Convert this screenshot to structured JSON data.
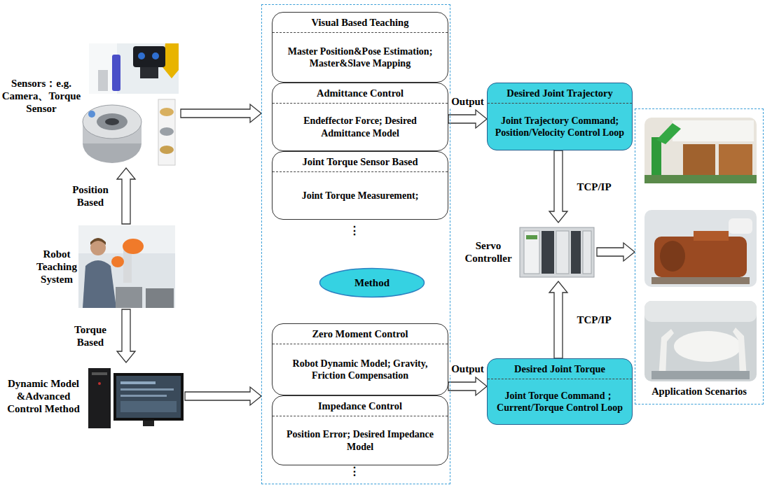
{
  "diagram": {
    "nodes": [
      {
        "text": [
          "Sensors：e.g. Camera、Torque Sensor"
        ]
      },
      {
        "text": [
          "Robot Teaching System"
        ]
      },
      {
        "text": [
          "Dynamic Model &Advanced Control Method"
        ]
      },
      {
        "text": []
      },
      {
        "text": [
          "Visual Based Teaching",
          "Master Position&Pose Estimation; Master&Slave Mapping"
        ],
        "in": 3
      },
      {
        "text": [
          "Admittance Control",
          "Endeffector Force; Desired Admittance Model"
        ],
        "in": 3
      },
      {
        "text": [
          "Joint Torque Sensor Based",
          "Joint Torque Measurement;"
        ],
        "in": 3
      },
      {
        "text": [
          "Method"
        ],
        "in": 3
      },
      {
        "text": [
          "Zero Moment Control",
          "Robot Dynamic Model; Gravity, Friction Compensation"
        ],
        "in": 3
      },
      {
        "text": [
          "Impedance Control",
          "Position Error; Desired Impedance Model"
        ],
        "in": 3
      },
      {
        "text": [
          "Desired Joint Trajectory",
          "Joint Trajectory Command; Position/Velocity Control Loop"
        ]
      },
      {
        "text": [
          "Servo Controller"
        ]
      },
      {
        "text": [
          "Desired Joint Torque",
          "Joint Torque Command； Current/Torque Control Loop"
        ]
      },
      {
        "text": [
          "Application Scenarios"
        ]
      }
    ],
    "edges": [
      {
        "from": 1,
        "to": 0,
        "arrow": "to",
        "label": "Position Based"
      },
      {
        "from": 1,
        "to": 2,
        "arrow": "to",
        "label": "Torque Based"
      },
      {
        "from": 0,
        "to": 3,
        "arrow": "to"
      },
      {
        "from": 2,
        "to": 3,
        "arrow": "to"
      },
      {
        "from": 5,
        "to": 10,
        "arrow": "to",
        "label": "Output"
      },
      {
        "from": 8,
        "to": 12,
        "arrow": "to",
        "label": "Output"
      },
      {
        "from": 10,
        "to": 11,
        "arrow": "to",
        "label": "TCP/IP"
      },
      {
        "from": 12,
        "to": 11,
        "arrow": "to",
        "label": "TCP/IP"
      },
      {
        "from": 11,
        "to": 13,
        "arrow": "to"
      }
    ],
    "labels": [
      "⋮",
      "⋮"
    ]
  }
}
